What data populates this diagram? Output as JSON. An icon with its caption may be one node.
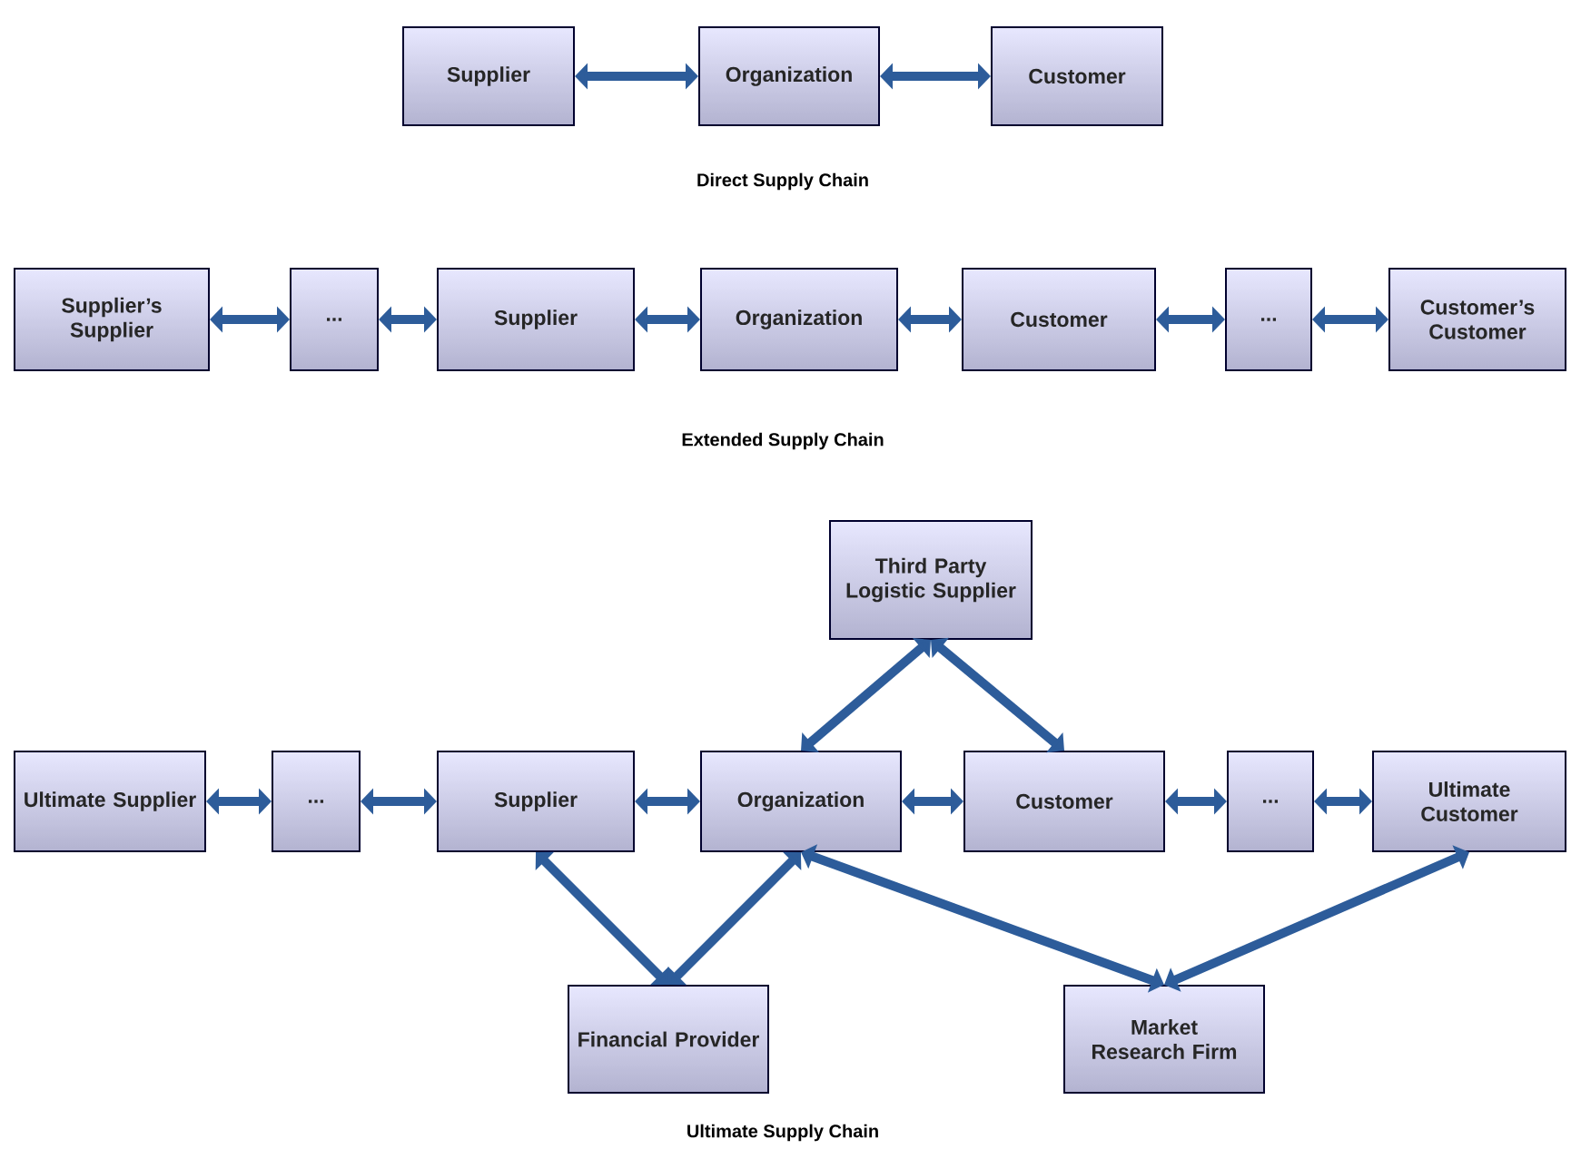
{
  "diagram": {
    "nodes": [
      {
        "text": [
          "Supplier"
        ]
      },
      {
        "text": [
          "Organization"
        ]
      },
      {
        "text": [
          "Customer"
        ]
      },
      {
        "text": [
          "Supplier’s Supplier"
        ]
      },
      {
        "text": [
          "..."
        ]
      },
      {
        "text": [
          "Supplier"
        ]
      },
      {
        "text": [
          "Organization"
        ]
      },
      {
        "text": [
          "Customer"
        ]
      },
      {
        "text": [
          "..."
        ]
      },
      {
        "text": [
          "Customer’s Customer"
        ]
      },
      {
        "text": [
          "Third Party Logistic Supplier"
        ]
      },
      {
        "text": [
          "Ultimate Supplier"
        ]
      },
      {
        "text": [
          "..."
        ]
      },
      {
        "text": [
          "Supplier"
        ]
      },
      {
        "text": [
          "Organization"
        ]
      },
      {
        "text": [
          "Customer"
        ]
      },
      {
        "text": [
          "..."
        ]
      },
      {
        "text": [
          "Ultimate Customer"
        ]
      },
      {
        "text": [
          "Financial Provider"
        ]
      },
      {
        "text": [
          "Market Research Firm"
        ]
      }
    ],
    "edges": [
      {
        "from": 0,
        "to": 1,
        "arrow": "both"
      },
      {
        "from": 1,
        "to": 2,
        "arrow": "both"
      },
      {
        "from": 3,
        "to": 4,
        "arrow": "both"
      },
      {
        "from": 4,
        "to": 5,
        "arrow": "both"
      },
      {
        "from": 5,
        "to": 6,
        "arrow": "both"
      },
      {
        "from": 6,
        "to": 7,
        "arrow": "both"
      },
      {
        "from": 7,
        "to": 8,
        "arrow": "both"
      },
      {
        "from": 8,
        "to": 9,
        "arrow": "both"
      },
      {
        "from": 11,
        "to": 12,
        "arrow": "both"
      },
      {
        "from": 12,
        "to": 13,
        "arrow": "both"
      },
      {
        "from": 13,
        "to": 14,
        "arrow": "both"
      },
      {
        "from": 14,
        "to": 15,
        "arrow": "both"
      },
      {
        "from": 15,
        "to": 16,
        "arrow": "both"
      },
      {
        "from": 16,
        "to": 17,
        "arrow": "both"
      },
      {
        "from": 10,
        "to": 14,
        "arrow": "both"
      },
      {
        "from": 10,
        "to": 15,
        "arrow": "both"
      },
      {
        "from": 18,
        "to": 13,
        "arrow": "both"
      },
      {
        "from": 18,
        "to": 14,
        "arrow": "both"
      },
      {
        "from": 19,
        "to": 14,
        "arrow": "both"
      },
      {
        "from": 19,
        "to": 17,
        "arrow": "both"
      }
    ],
    "labels": [
      "Direct Supply Chain",
      "Extended Supply Chain",
      "Ultimate Supply Chain"
    ]
  }
}
